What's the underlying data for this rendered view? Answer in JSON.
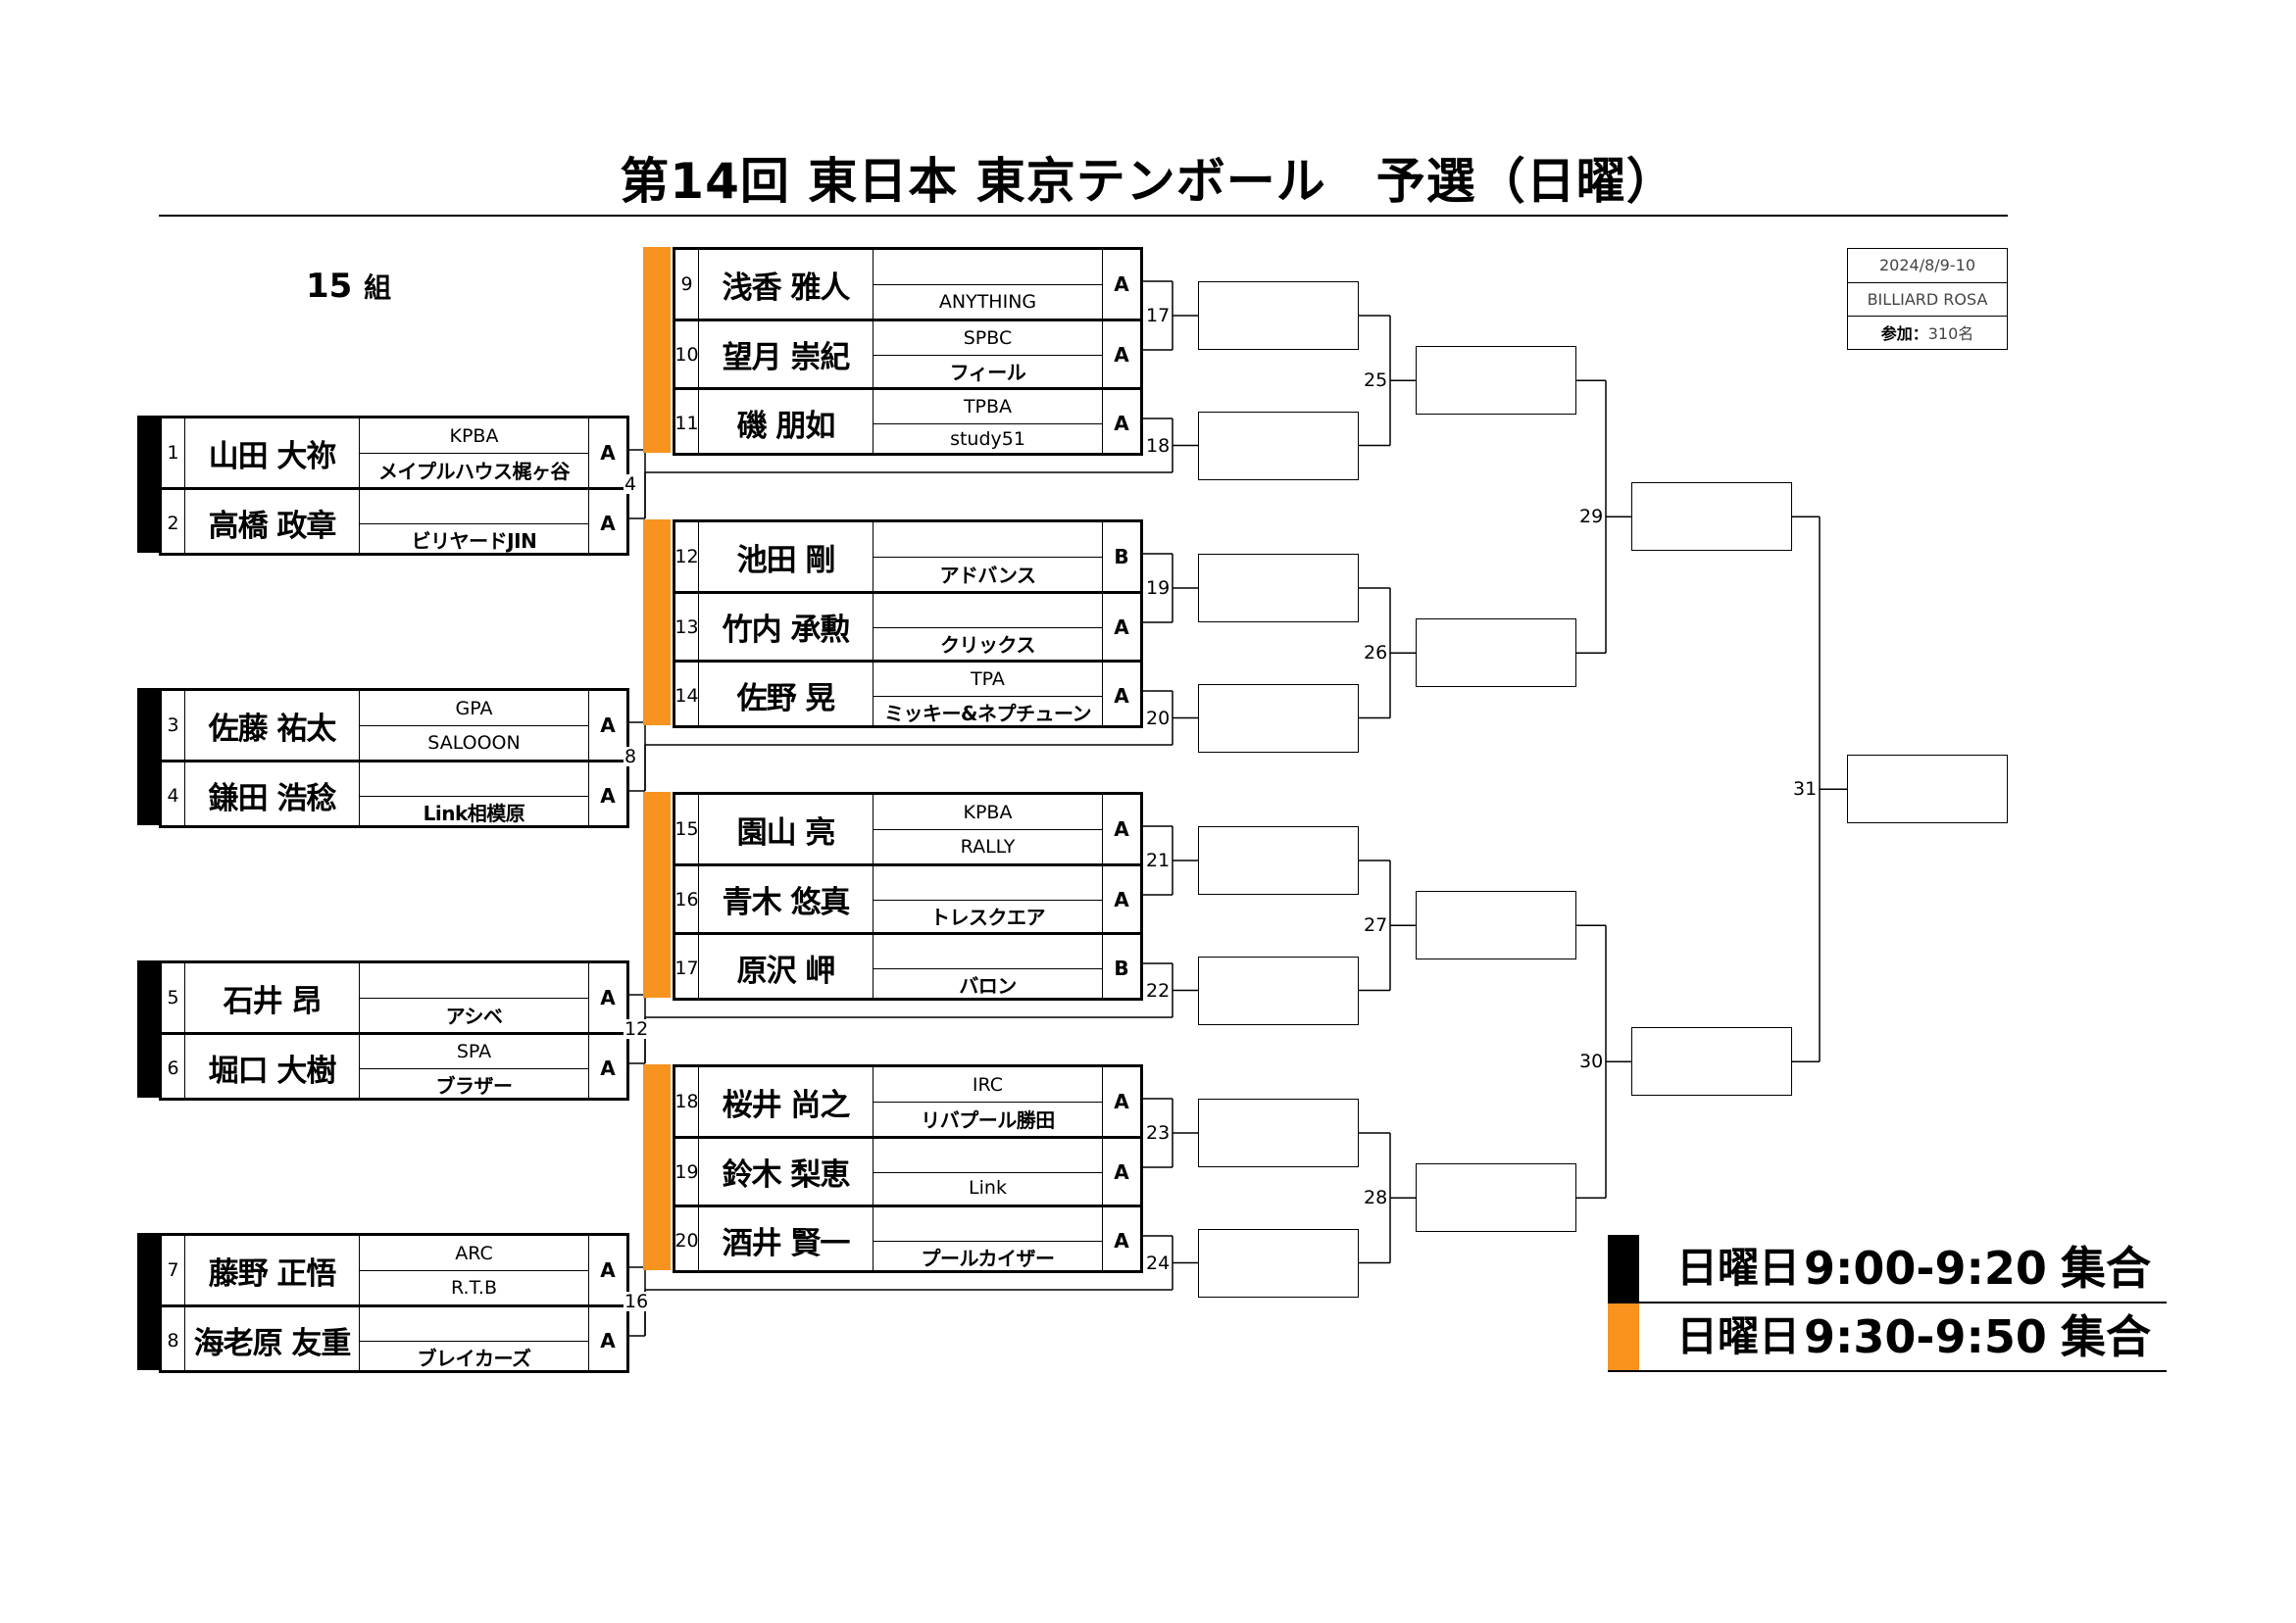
{
  "title": "第14回 東日本 東京テンボール　予選（日曜）",
  "group": {
    "number": "15",
    "unit": "組"
  },
  "info": {
    "date": "2024/8/9-10",
    "venue": "BILLIARD ROSA",
    "participants_label": "参加：",
    "participants_value": "310名"
  },
  "players": [
    {
      "num": "1",
      "name": "山田 大祢",
      "team1": "KPBA",
      "team2": "メイプルハウス梶ヶ谷",
      "cls": "A"
    },
    {
      "num": "2",
      "name": "高橋 政章",
      "team1": "",
      "team2": "ビリヤードJIN",
      "cls": "A"
    },
    {
      "num": "3",
      "name": "佐藤 祐太",
      "team1": "GPA",
      "team2": "SALOOON",
      "cls": "A"
    },
    {
      "num": "4",
      "name": "鎌田 浩稔",
      "team1": "",
      "team2": "Link相模原",
      "cls": "A"
    },
    {
      "num": "5",
      "name": "石井 昂",
      "team1": "",
      "team2": "アシベ",
      "cls": "A"
    },
    {
      "num": "6",
      "name": "堀口 大樹",
      "team1": "SPA",
      "team2": "ブラザー",
      "cls": "A"
    },
    {
      "num": "7",
      "name": "藤野 正悟",
      "team1": "ARC",
      "team2": "R.T.B",
      "cls": "A"
    },
    {
      "num": "8",
      "name": "海老原 友重",
      "team1": "",
      "team2": "ブレイカーズ",
      "cls": "A"
    },
    {
      "num": "9",
      "name": "浅香 雅人",
      "team1": "",
      "team2": "ANYTHING",
      "cls": "A"
    },
    {
      "num": "10",
      "name": "望月 崇紀",
      "team1": "SPBC",
      "team2": "フィール",
      "cls": "A"
    },
    {
      "num": "11",
      "name": "磯 朋如",
      "team1": "TPBA",
      "team2": "study51",
      "cls": "A"
    },
    {
      "num": "12",
      "name": "池田 剛",
      "team1": "",
      "team2": "アドバンス",
      "cls": "B"
    },
    {
      "num": "13",
      "name": "竹内 承勲",
      "team1": "",
      "team2": "クリックス",
      "cls": "A"
    },
    {
      "num": "14",
      "name": "佐野 晃",
      "team1": "TPA",
      "team2": "ミッキー&ネプチューン",
      "cls": "A"
    },
    {
      "num": "15",
      "name": "園山 亮",
      "team1": "KPBA",
      "team2": "RALLY",
      "cls": "A"
    },
    {
      "num": "16",
      "name": "青木 悠真",
      "team1": "",
      "team2": "トレスクエア",
      "cls": "A"
    },
    {
      "num": "17",
      "name": "原沢 岬",
      "team1": "",
      "team2": "バロン",
      "cls": "B"
    },
    {
      "num": "18",
      "name": "桜井 尚之",
      "team1": "IRC",
      "team2": "リバプール勝田",
      "cls": "A"
    },
    {
      "num": "19",
      "name": "鈴木 梨恵",
      "team1": "",
      "team2": "Link",
      "cls": "A"
    },
    {
      "num": "20",
      "name": "酒井 賢一",
      "team1": "",
      "team2": "プールカイザー",
      "cls": "A"
    }
  ],
  "matches": [
    "4",
    "8",
    "12",
    "16",
    "17",
    "18",
    "19",
    "20",
    "21",
    "22",
    "23",
    "24",
    "25",
    "26",
    "27",
    "28",
    "29",
    "30",
    "31"
  ],
  "legend": [
    {
      "day": "日曜日",
      "time": "9:00-9:20",
      "assembly": "集合",
      "color": "#000000"
    },
    {
      "day": "日曜日",
      "time": "9:30-9:50",
      "assembly": "集合",
      "color": "#f7931e"
    }
  ]
}
